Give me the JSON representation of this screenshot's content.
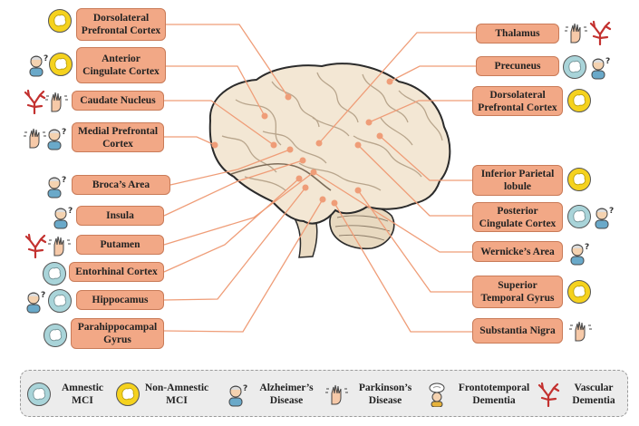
{
  "regions": {
    "dlpfc_left": "Dorsolateral Prefrontal Cortex",
    "acc": "Anterior Cingulate Cortex",
    "caudate": "Caudate Nucleus",
    "mpfc": "Medial Prefrontal Cortex",
    "broca": "Broca’s Area",
    "insula": "Insula",
    "putamen": "Putamen",
    "entorhinal": "Entorhinal Cortex",
    "hippocampus": "Hippocamus",
    "parahippocampal": "Parahippocampal Gyrus",
    "thalamus": "Thalamus",
    "precuneus": "Precuneus",
    "dlpfc_right": "Dorsolateral Prefrontal Cortex",
    "ipl": "Inferior Parietal lobule",
    "pcc": "Posterior Cingulate Cortex",
    "wernicke": "Wernicke’s Area",
    "stg": "Superior Temporal Gyrus",
    "substantia": "Substantia Nigra"
  },
  "legend": {
    "amnestic": "Amnestic MCI",
    "nonamnestic": "Non-Amnestic MCI",
    "alzheimers": "Alzheimer’s Disease",
    "parkinsons": "Parkinson’s Disease",
    "ftd": "Frontotemporal Dementia",
    "vascular": "Vascular Dementia"
  },
  "colors": {
    "label_fill": "#f2a886",
    "label_border": "#c97b58",
    "connector": "#ef9d78",
    "brain_fill": "#f3e7d4",
    "brain_outline": "#2b2b2b",
    "amnestic_icon": "#a9d4d9",
    "nonamnestic_icon": "#f5d21e",
    "legend_bg": "#ececec"
  },
  "icons": [
    "amnestic-mci-icon",
    "non-amnestic-mci-icon",
    "alzheimers-icon",
    "parkinsons-hand-icon",
    "frontotemporal-icon",
    "vascular-vessel-icon"
  ]
}
